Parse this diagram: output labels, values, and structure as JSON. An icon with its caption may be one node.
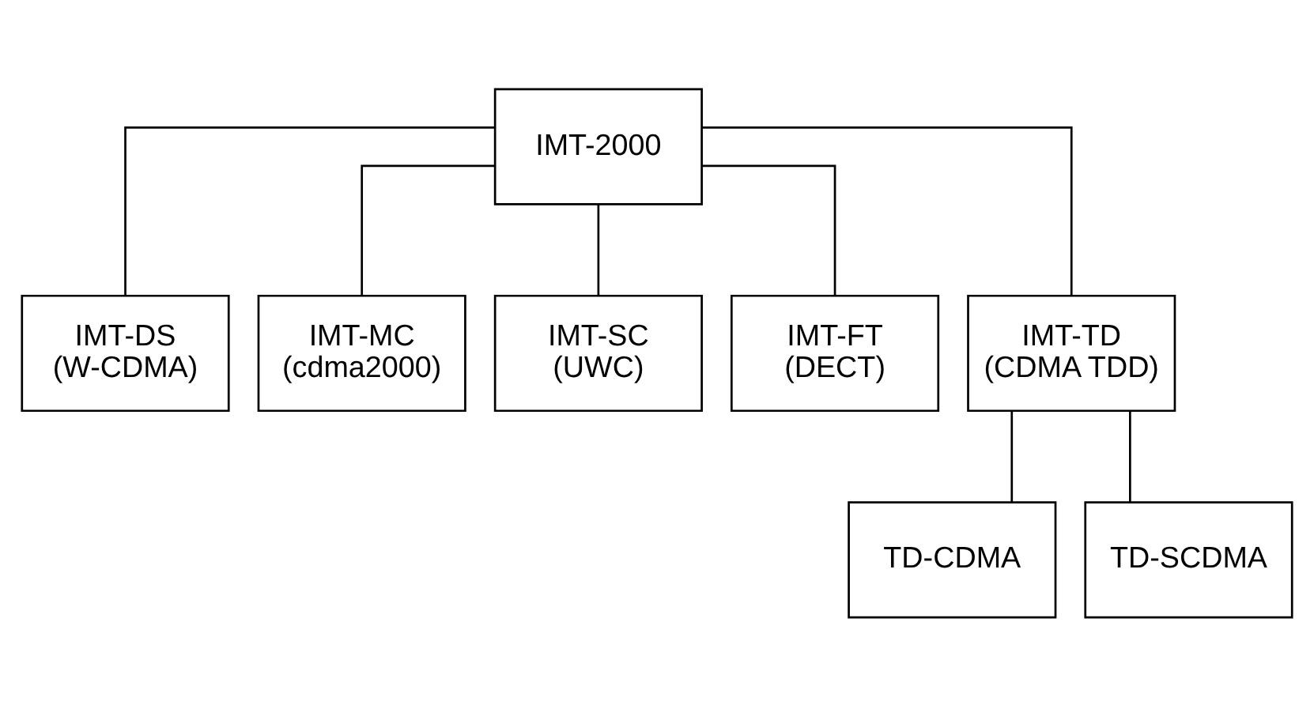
{
  "diagram": {
    "nodes": [
      {
        "text": [
          "IMT-2000"
        ]
      },
      {
        "text": [
          "IMT-DS (W-CDMA)"
        ]
      },
      {
        "text": [
          "IMT-MC (cdma2000)"
        ]
      },
      {
        "text": [
          "IMT-SC (UWC)"
        ]
      },
      {
        "text": [
          "IMT-FT (DECT)"
        ]
      },
      {
        "text": [
          "IMT-TD (CDMA TDD)"
        ]
      },
      {
        "text": [
          "TD-CDMA"
        ]
      },
      {
        "text": [
          "TD-SCDMA"
        ]
      }
    ],
    "edges": [
      {
        "from": 0,
        "to": 1,
        "arrow": "none"
      },
      {
        "from": 0,
        "to": 2,
        "arrow": "none"
      },
      {
        "from": 0,
        "to": 3,
        "arrow": "none"
      },
      {
        "from": 0,
        "to": 4,
        "arrow": "none"
      },
      {
        "from": 0,
        "to": 5,
        "arrow": "none"
      },
      {
        "from": 5,
        "to": 6,
        "arrow": "none"
      },
      {
        "from": 5,
        "to": 7,
        "arrow": "none"
      }
    ]
  }
}
